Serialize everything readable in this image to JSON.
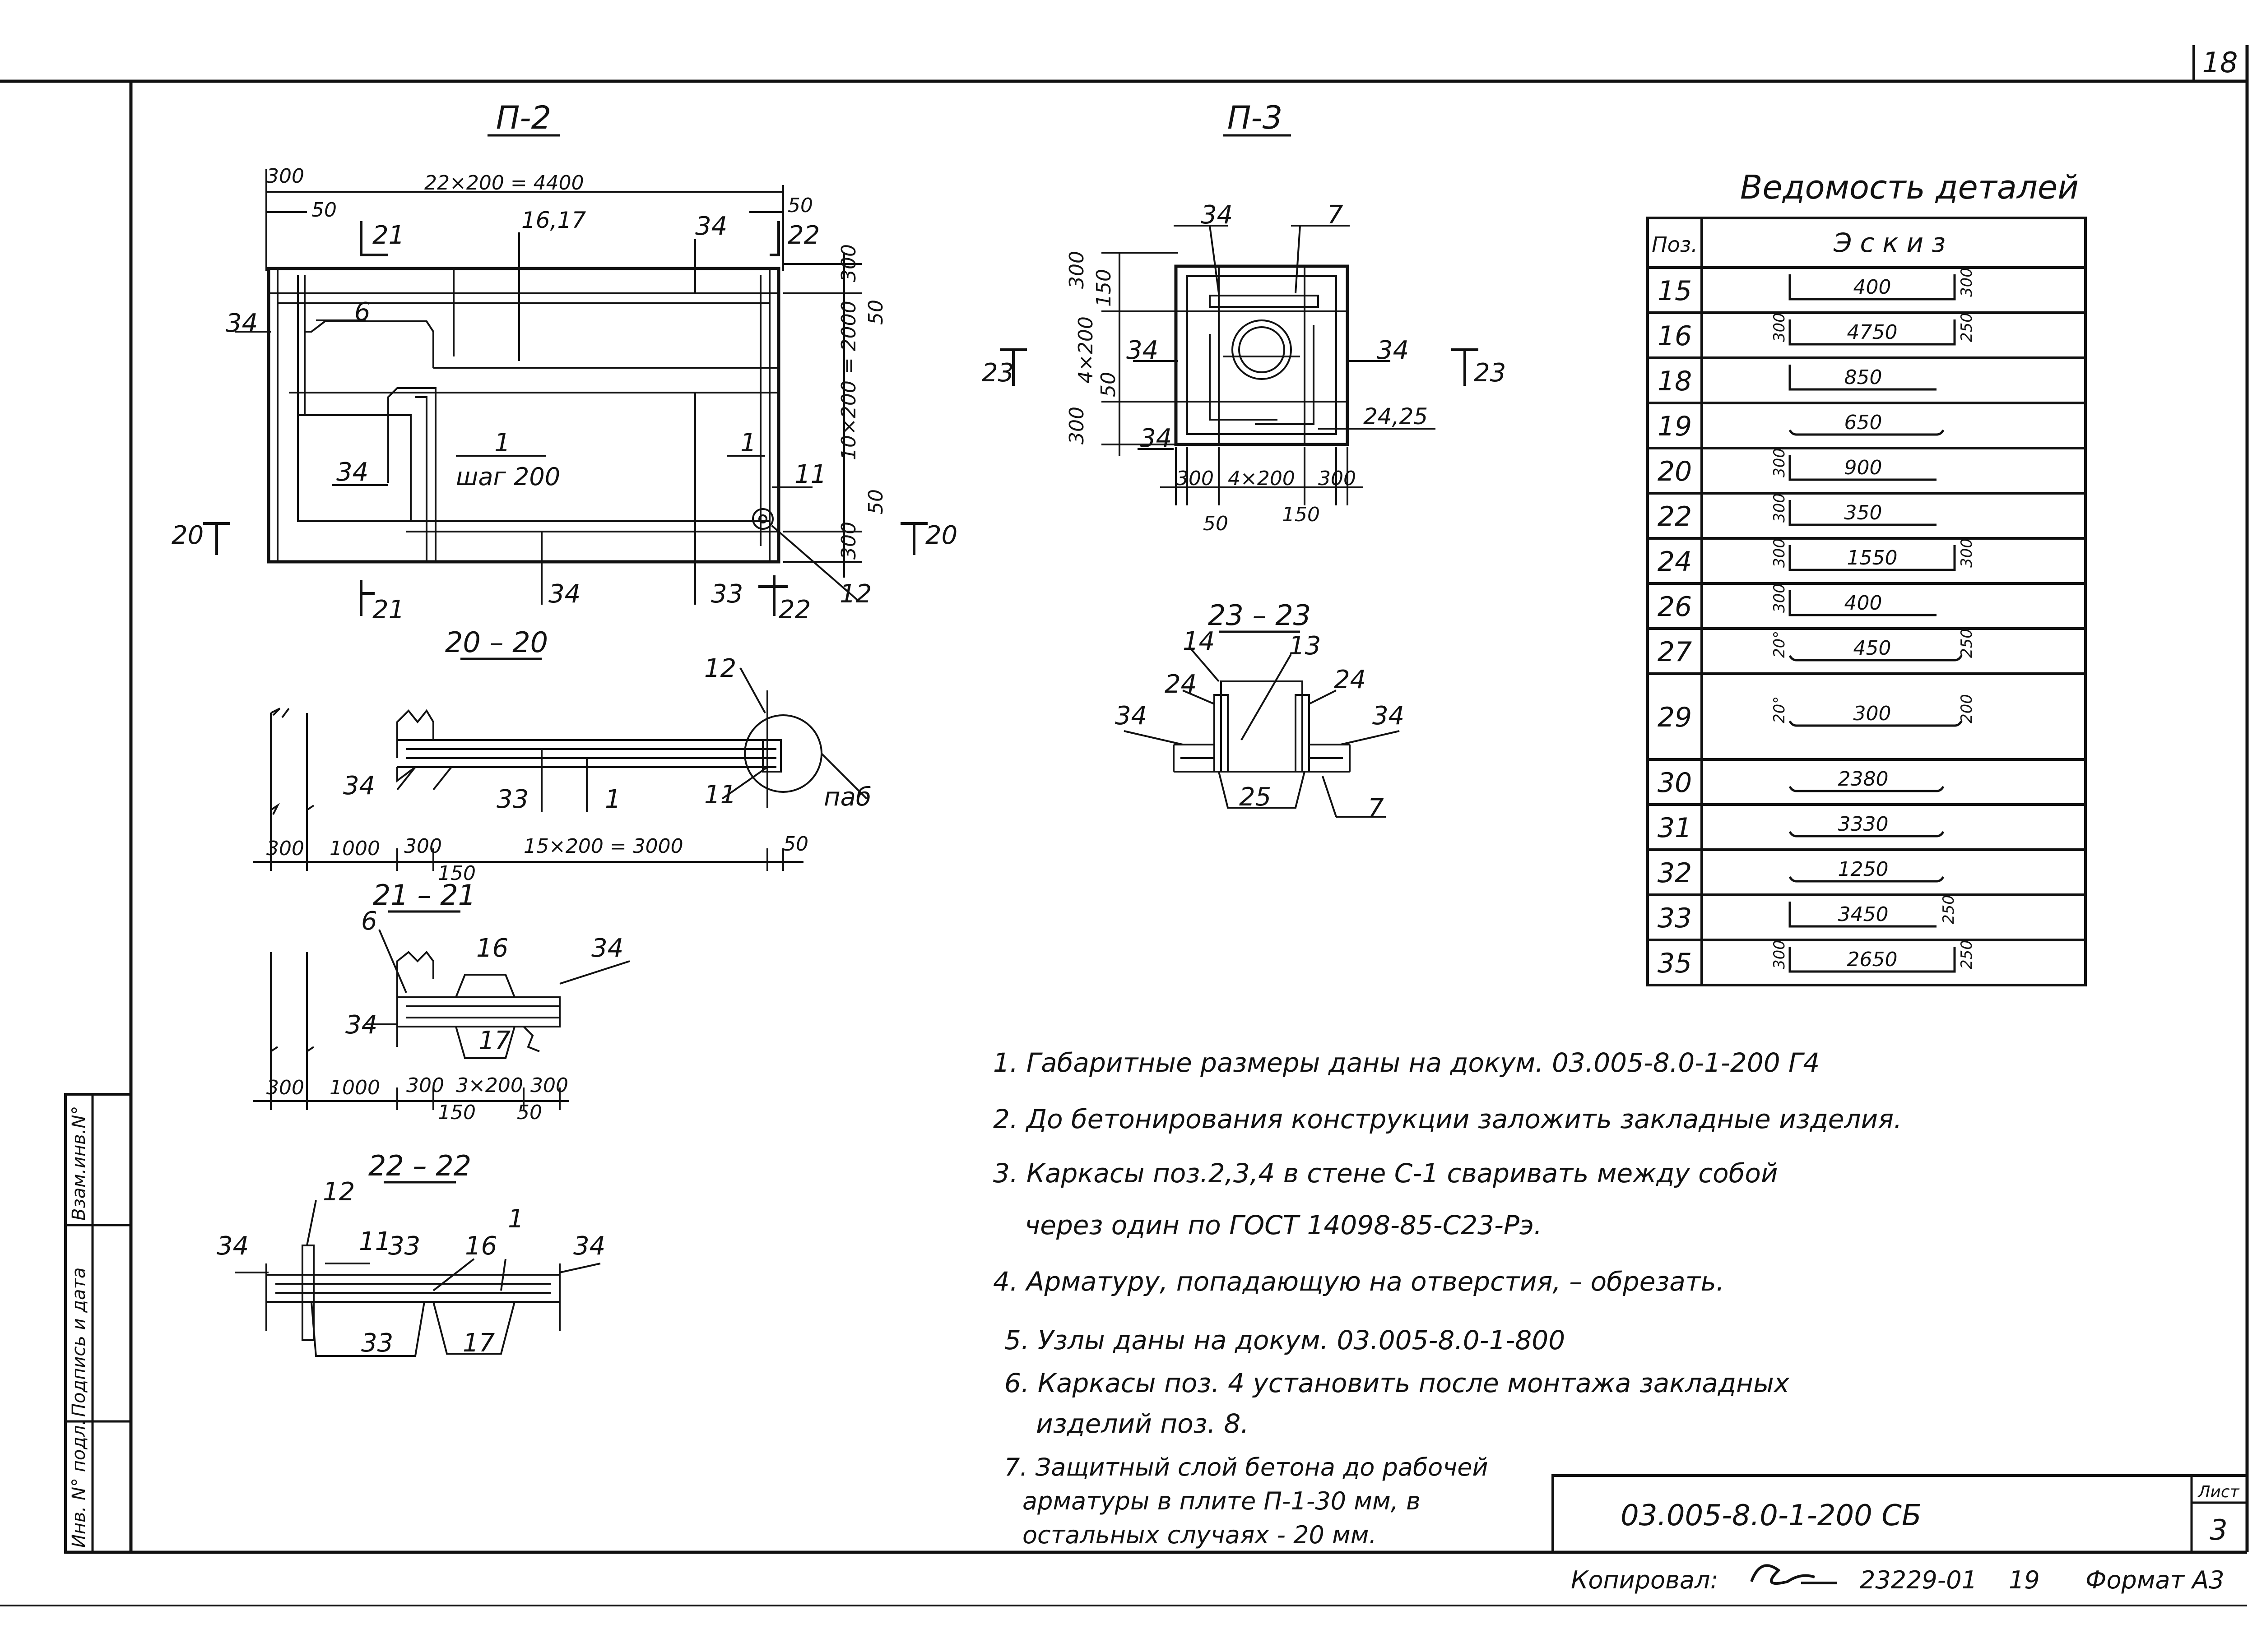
{
  "sheet": {
    "page_number": "18",
    "list_label": "Лист",
    "list_number": "3",
    "doc_code": "03.005-8.0-1-200 СБ",
    "copied_label": "Копировал:",
    "order_code": "23229-01",
    "order_suffix": "19",
    "format_label": "Формат А3",
    "margin_labels": [
      "Инв. N° подл.",
      "Подпись и дата",
      "Взам.инв.N°"
    ]
  },
  "views": {
    "p2": {
      "title": "П-2",
      "labels": [
        "300",
        "50",
        "22×200 = 4400",
        "50",
        "21",
        "22",
        "16,17",
        "34",
        "34",
        "6",
        "300",
        "50",
        "10×200 = 2000",
        "1",
        "шаг 200",
        "34",
        "1",
        "11",
        "20",
        "20",
        "300",
        "50",
        "34",
        "33",
        "22",
        "12",
        "21"
      ]
    },
    "p3": {
      "title": "П-3",
      "labels": [
        "34",
        "7",
        "300",
        "150",
        "4×200",
        "50",
        "23",
        "23",
        "34",
        "34",
        "24,25",
        "300",
        "34",
        "300",
        "4×200",
        "300",
        "50",
        "150"
      ]
    },
    "s20": {
      "title": "20 – 20",
      "labels": [
        "12",
        "34",
        "33",
        "1",
        "11",
        "паб",
        "300",
        "1000",
        "300",
        "15×200 = 3000",
        "150",
        "50"
      ]
    },
    "s21": {
      "title": "21 – 21",
      "labels": [
        "6",
        "16",
        "34",
        "34",
        "17",
        "300",
        "1000",
        "300",
        "3×200",
        "300",
        "150",
        "50"
      ]
    },
    "s22": {
      "title": "22 – 22",
      "labels": [
        "12",
        "34",
        "11",
        "33",
        "16",
        "1",
        "34",
        "33",
        "17"
      ]
    },
    "s23": {
      "title": "23 – 23",
      "labels": [
        "14",
        "13",
        "24",
        "24",
        "34",
        "34",
        "25",
        "7"
      ]
    }
  },
  "schedule": {
    "title": "Ведомость деталей",
    "headers": [
      "Поз.",
      "Эскиз"
    ],
    "rows": [
      {
        "pos": "15",
        "dims": [
          "400",
          "300",
          "400"
        ]
      },
      {
        "pos": "16",
        "dims": [
          "300",
          "4750",
          "250"
        ]
      },
      {
        "pos": "18",
        "dims": [
          "850",
          "850"
        ]
      },
      {
        "pos": "19",
        "dims": [
          "650"
        ]
      },
      {
        "pos": "20",
        "dims": [
          "300",
          "900"
        ]
      },
      {
        "pos": "22",
        "dims": [
          "300",
          "350"
        ]
      },
      {
        "pos": "24",
        "dims": [
          "300",
          "1550",
          "300"
        ]
      },
      {
        "pos": "26",
        "dims": [
          "300",
          "400"
        ]
      },
      {
        "pos": "27",
        "dims": [
          "20°",
          "250",
          "450"
        ]
      },
      {
        "pos": "29",
        "dims": [
          "20°",
          "300",
          "200",
          "300"
        ]
      },
      {
        "pos": "30",
        "dims": [
          "2380"
        ]
      },
      {
        "pos": "31",
        "dims": [
          "3330"
        ]
      },
      {
        "pos": "32",
        "dims": [
          "1250"
        ]
      },
      {
        "pos": "33",
        "dims": [
          "3450",
          "250"
        ]
      },
      {
        "pos": "35",
        "dims": [
          "300",
          "2650",
          "250"
        ]
      }
    ]
  },
  "notes": [
    "1. Габаритные размеры даны на докум. 03.005-8.0-1-200 Г4",
    "2. До бетонирования конструкции заложить закладные изделия.",
    "3. Каркасы поз.2,3,4 в стене С-1 сваривать между собой",
    "через один по ГОСТ 14098-85-С23-Рэ.",
    "4. Арматуру, попадающую на отверстия, – обрезать.",
    "5. Узлы даны на докум. 03.005-8.0-1-800",
    "6. Каркасы поз. 4 установить после монтажа закладных",
    "изделий поз. 8.",
    "7. Защитный слой бетона до рабочей",
    "арматуры в плите П-1-30 мм, в",
    "остальных случаях - 20 мм."
  ]
}
